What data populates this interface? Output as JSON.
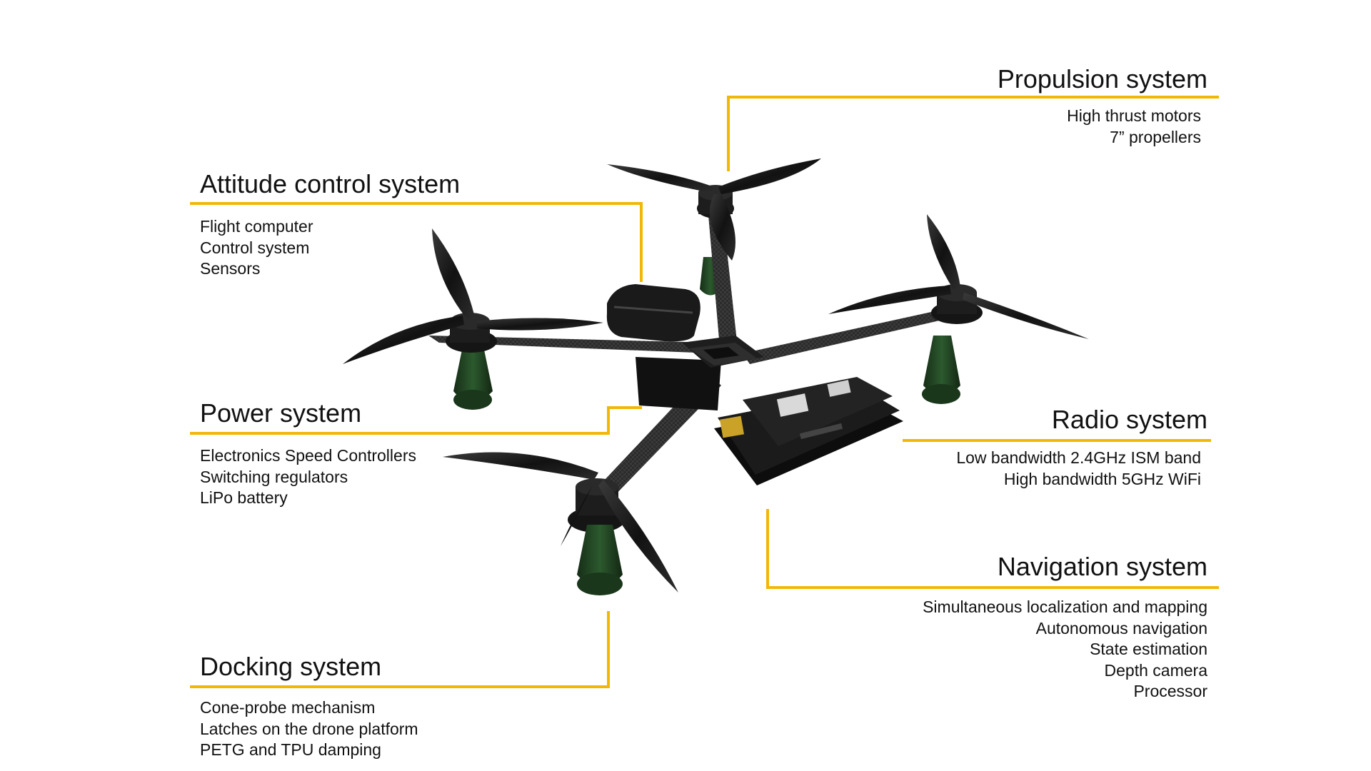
{
  "colors": {
    "leader_line": "#F2B705",
    "text": "#111111",
    "frame": "#2a2a2a",
    "propeller": "#1c1c1c",
    "dock_cone": "#1f3d20",
    "board": "#151515",
    "connector": "#c9a227"
  },
  "systems": {
    "propulsion": {
      "title": "Propulsion system",
      "items": [
        "High thrust motors",
        "7” propellers"
      ]
    },
    "attitude": {
      "title": "Attitude control system",
      "items": [
        "Flight computer",
        "Control system",
        "Sensors"
      ]
    },
    "power": {
      "title": "Power system",
      "items": [
        "Electronics Speed Controllers",
        "Switching regulators",
        "LiPo battery"
      ]
    },
    "radio": {
      "title": "Radio system",
      "items": [
        "Low bandwidth 2.4GHz ISM band",
        "High bandwidth 5GHz WiFi"
      ]
    },
    "navigation": {
      "title": "Navigation system",
      "items": [
        "Simultaneous localization and mapping",
        "Autonomous navigation",
        "State estimation",
        "Depth camera",
        "Processor"
      ]
    },
    "docking": {
      "title": "Docking system",
      "items": [
        "Cone-probe mechanism",
        "Latches on the drone platform",
        "PETG and TPU damping"
      ]
    }
  }
}
